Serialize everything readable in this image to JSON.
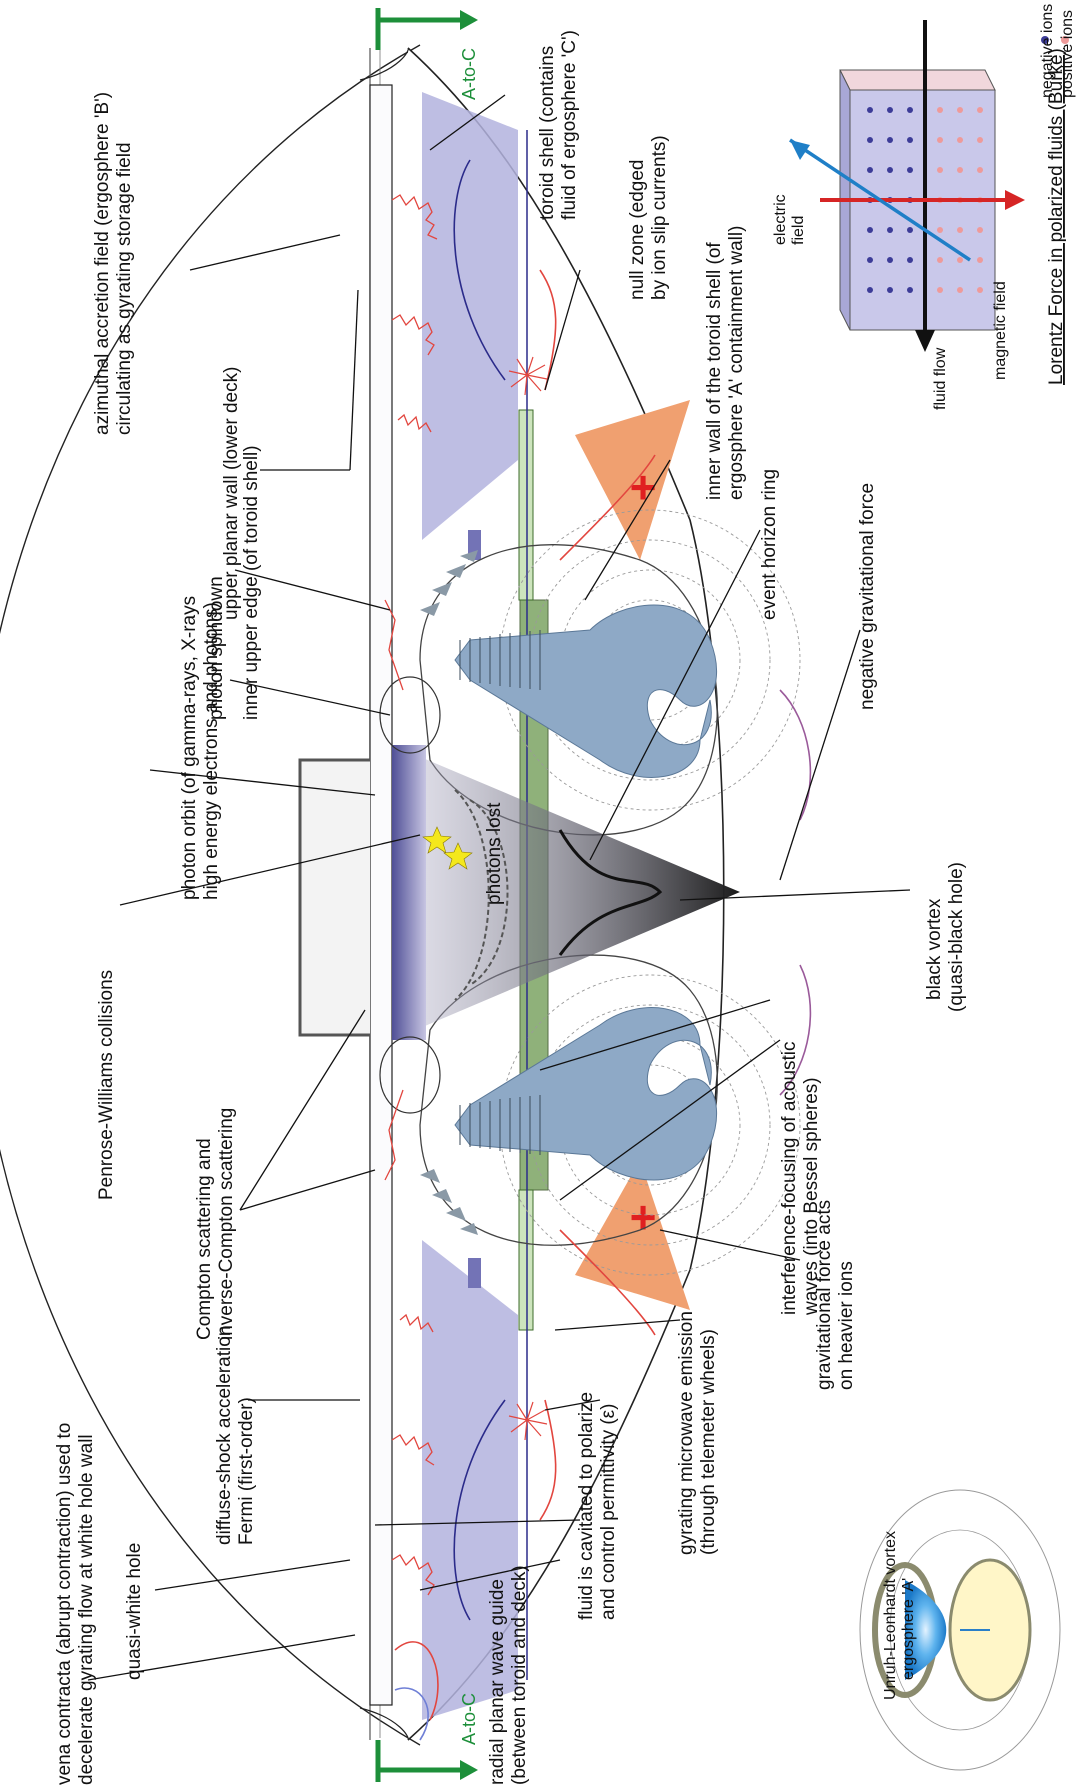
{
  "page": {
    "background": "#ffffff"
  },
  "colors": {
    "waveguide": "#b3b3de",
    "toroid_orange": "#f0a070",
    "bessel_blue": "#8ea9c6",
    "green_column": "#8fb17a",
    "red_particles": "#e2463f",
    "accent_green": "#1d8f3a",
    "plus_red": "#e02020"
  },
  "markers": {
    "plus": "+",
    "top_arrow": "A-to-C",
    "bottom_arrow": "A-to-C"
  },
  "labels": [
    {
      "id": "vena-contracta",
      "lines": [
        "vena contracta (abrupt contraction) used to",
        "decelerate gyrating flow at white hole wall"
      ]
    },
    {
      "id": "quasi-white-hole",
      "lines": [
        "quasi-white hole"
      ]
    },
    {
      "id": "diffuse-shock",
      "lines": [
        "diffuse-shock acceleration",
        "Fermi (first-order)"
      ]
    },
    {
      "id": "compton",
      "lines": [
        "Compton scattering and",
        "inverse-Compton scattering"
      ]
    },
    {
      "id": "penrose-williams",
      "lines": [
        "Penrose-Williams collisions"
      ]
    },
    {
      "id": "photon-orbit",
      "lines": [
        "photon orbit (of gamma-rays, X-rays",
        "high energy electrons and photons)"
      ]
    },
    {
      "id": "photon-spindown",
      "lines": [
        "photon spindown"
      ]
    },
    {
      "id": "upper-planar-wall",
      "lines": [
        "upper planar wall (lower deck)"
      ]
    },
    {
      "id": "inner-upper-edge",
      "lines": [
        "inner upper edge  (of toroid shell)"
      ]
    },
    {
      "id": "azimuthal-accretion",
      "lines": [
        "azimuthal accretion field (ergosphere 'B')",
        "circulating as gyrating storage field"
      ]
    },
    {
      "id": "toroid-shell",
      "lines": [
        "toroid shell (contains",
        "fluid of ergosphere 'C')"
      ]
    },
    {
      "id": "null-zone",
      "lines": [
        "null zone (edged",
        "by ion slip currents)"
      ]
    },
    {
      "id": "inner-wall",
      "lines": [
        "inner wall of the toroid shell (of",
        "ergosphere 'A' containment wall)"
      ]
    },
    {
      "id": "event-horizon",
      "lines": [
        "event horizon ring"
      ]
    },
    {
      "id": "negative-grav",
      "lines": [
        "negative gravitational force"
      ]
    },
    {
      "id": "black-vortex",
      "lines": [
        "black vortex",
        "(quasi-black hole)"
      ]
    },
    {
      "id": "photons-lost",
      "lines": [
        "photons lost"
      ]
    },
    {
      "id": "interference",
      "lines": [
        "interference-focusing of acoustic",
        "waves (into Bessel spheres)"
      ]
    },
    {
      "id": "grav-heavier",
      "lines": [
        "gravitational force acts",
        "on heavier ions"
      ]
    },
    {
      "id": "microwave",
      "lines": [
        "gyrating microwave emission",
        "(through telemeter wheels)"
      ]
    },
    {
      "id": "fluid-cavitated",
      "lines": [
        "fluid is cavitated to polarize",
        "and control permittivity (ε)"
      ]
    },
    {
      "id": "radial-waveguide",
      "lines": [
        "radial planar wave guide",
        "(between toroid and deck)"
      ]
    }
  ],
  "inset_lorentz": {
    "title": "Lorentz Force in polarized fluids (Burke)",
    "negative_ions": "negative ions",
    "positive_ions": "positive ions",
    "electric_field": [
      "electric",
      "field"
    ],
    "magnetic_field": "magnetic field",
    "fluid_flow": "fluid flow"
  },
  "inset_vortex": {
    "lines": [
      "Unruh-Leonhardt vortex",
      "ergosphere 'A'"
    ]
  }
}
